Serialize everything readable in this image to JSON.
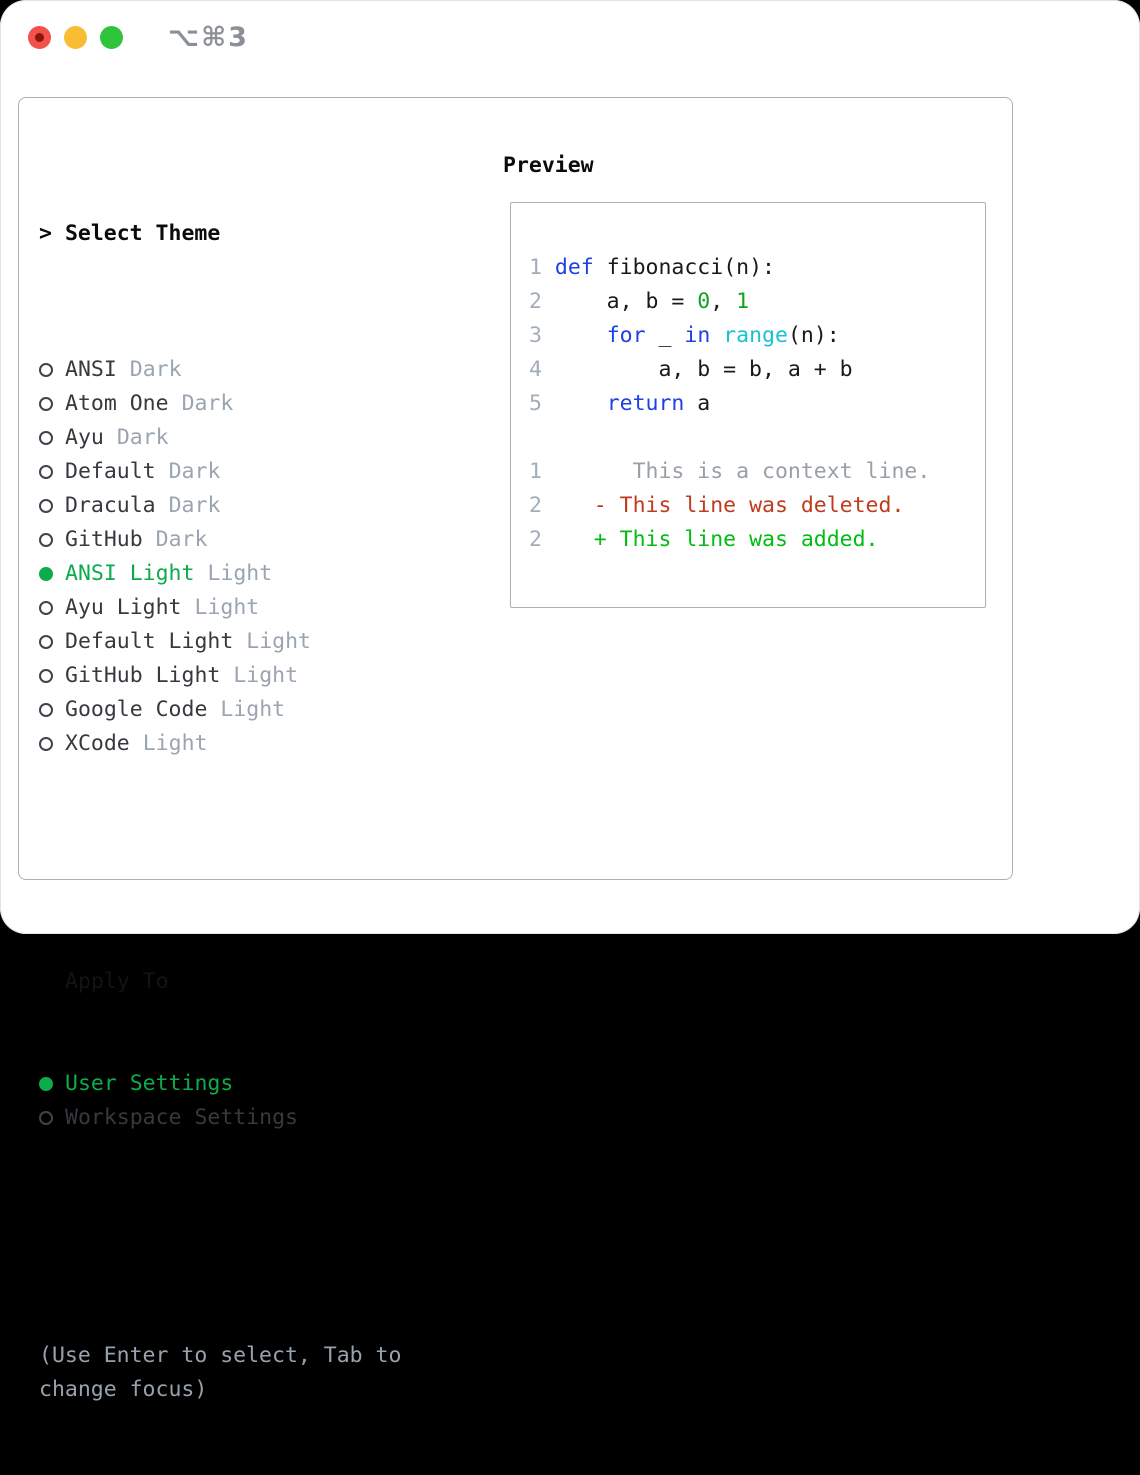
{
  "window": {
    "title": "⌥⌘3",
    "traffic_lights": [
      "close",
      "minimize",
      "zoom"
    ]
  },
  "colors": {
    "accent_green_selected": "#0cab4b",
    "keyword_blue": "#1e40e4",
    "function_cyan": "#17c2d5",
    "number_green": "#14a31c",
    "added_green": "#00bd11",
    "deleted_red": "#c03a1e",
    "muted_gray": "#9aa5b1",
    "line_number_gray": "#a3adba",
    "panel_border": "#a8b0ba"
  },
  "theme_selector": {
    "prompt": ">",
    "header": "Select Theme",
    "options": [
      {
        "label": "ANSI",
        "tag": "Dark",
        "selected": false
      },
      {
        "label": "Atom One",
        "tag": "Dark",
        "selected": false
      },
      {
        "label": "Ayu",
        "tag": "Dark",
        "selected": false
      },
      {
        "label": "Default",
        "tag": "Dark",
        "selected": false
      },
      {
        "label": "Dracula",
        "tag": "Dark",
        "selected": false
      },
      {
        "label": "GitHub",
        "tag": "Dark",
        "selected": false
      },
      {
        "label": "ANSI Light",
        "tag": "Light",
        "selected": true
      },
      {
        "label": "Ayu Light",
        "tag": "Light",
        "selected": false
      },
      {
        "label": "Default Light",
        "tag": "Light",
        "selected": false
      },
      {
        "label": "GitHub Light",
        "tag": "Light",
        "selected": false
      },
      {
        "label": "Google Code",
        "tag": "Light",
        "selected": false
      },
      {
        "label": "XCode",
        "tag": "Light",
        "selected": false
      }
    ]
  },
  "apply_to": {
    "header": "Apply To",
    "options": [
      {
        "label": "User Settings",
        "selected": true
      },
      {
        "label": "Workspace Settings",
        "selected": false
      }
    ]
  },
  "help_text": "(Use Enter to select, Tab to\nchange focus)",
  "preview": {
    "header": "Preview",
    "code_lines": [
      [
        {
          "text": "1",
          "style": "ln"
        },
        {
          "text": " ",
          "style": "txt"
        },
        {
          "text": "def",
          "style": "kw"
        },
        {
          "text": " fibonacci(n):",
          "style": "txt"
        }
      ],
      [
        {
          "text": "2",
          "style": "ln"
        },
        {
          "text": "     a, b = ",
          "style": "txt"
        },
        {
          "text": "0",
          "style": "num"
        },
        {
          "text": ", ",
          "style": "txt"
        },
        {
          "text": "1",
          "style": "num"
        }
      ],
      [
        {
          "text": "3",
          "style": "ln"
        },
        {
          "text": "     ",
          "style": "txt"
        },
        {
          "text": "for",
          "style": "kw"
        },
        {
          "text": " _ ",
          "style": "txt"
        },
        {
          "text": "in",
          "style": "kw"
        },
        {
          "text": " ",
          "style": "txt"
        },
        {
          "text": "range",
          "style": "fn"
        },
        {
          "text": "(n):",
          "style": "txt"
        }
      ],
      [
        {
          "text": "4",
          "style": "ln"
        },
        {
          "text": "         a, b = b, a + b",
          "style": "txt"
        }
      ],
      [
        {
          "text": "5",
          "style": "ln"
        },
        {
          "text": "     ",
          "style": "txt"
        },
        {
          "text": "return",
          "style": "kw"
        },
        {
          "text": " a",
          "style": "txt"
        }
      ],
      [],
      [
        {
          "text": "1",
          "style": "ln"
        },
        {
          "text": "       ",
          "style": "txt"
        },
        {
          "text": "This is a context line.",
          "style": "ctx"
        }
      ],
      [
        {
          "text": "2",
          "style": "ln"
        },
        {
          "text": "    ",
          "style": "txt"
        },
        {
          "text": "- This line was deleted.",
          "style": "del"
        }
      ],
      [
        {
          "text": "2",
          "style": "ln"
        },
        {
          "text": "    ",
          "style": "txt"
        },
        {
          "text": "+ This line was added.",
          "style": "add"
        }
      ]
    ]
  }
}
